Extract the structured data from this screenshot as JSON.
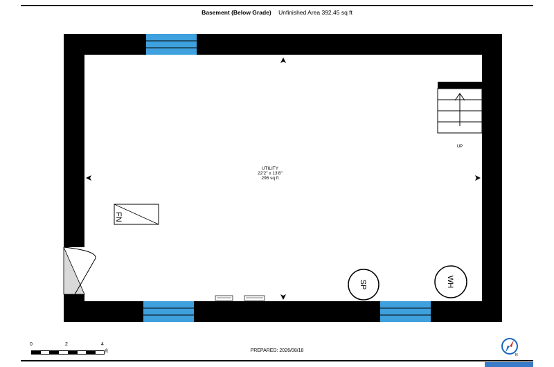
{
  "header": {
    "level_name": "Basement (Below Grade)",
    "area_text": "Unfinished Area 392.45 sq ft"
  },
  "room": {
    "name": "UTILITY",
    "dimensions": "22'2\" x 13'8\"",
    "area": "296 sq ft"
  },
  "fixtures": {
    "furnace": "FN",
    "sump_pump": "SP",
    "water_heater": "WH",
    "stair_label": "UP"
  },
  "footer": {
    "prepared": "PREPARED: 2026/08/18",
    "scale_ticks": [
      "0",
      "2",
      "4"
    ],
    "scale_unit": "ft",
    "compass_letter": "N"
  },
  "colors": {
    "wall": "#000000",
    "window": "#3ea0dc",
    "door_swing": "#d9d9d9",
    "compass_red": "#d32f2f",
    "compass_blue": "#1565c0"
  }
}
